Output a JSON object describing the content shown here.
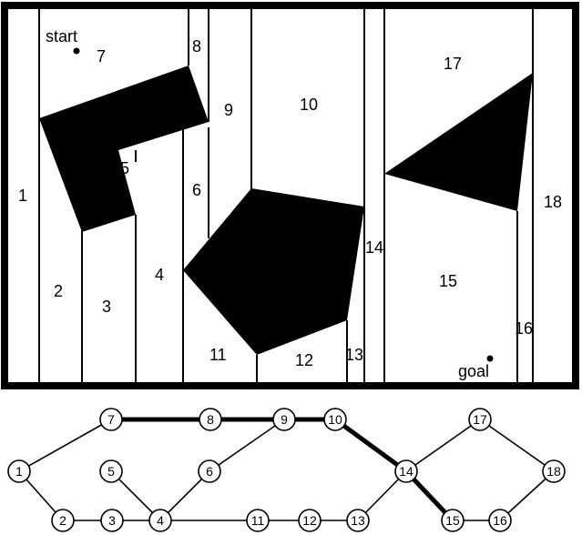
{
  "map": {
    "start_label": "start",
    "goal_label": "goal",
    "cell_labels": [
      "1",
      "2",
      "3",
      "4",
      "5",
      "6",
      "7",
      "8",
      "9",
      "10",
      "11",
      "12",
      "13",
      "14",
      "15",
      "16",
      "17",
      "18"
    ]
  },
  "graph": {
    "nodes": [
      "1",
      "2",
      "3",
      "4",
      "5",
      "6",
      "7",
      "8",
      "9",
      "10",
      "11",
      "12",
      "13",
      "14",
      "15",
      "16",
      "17",
      "18"
    ],
    "edges": [
      [
        "1",
        "7"
      ],
      [
        "1",
        "2"
      ],
      [
        "2",
        "3"
      ],
      [
        "3",
        "4"
      ],
      [
        "5",
        "4"
      ],
      [
        "4",
        "6"
      ],
      [
        "6",
        "9"
      ],
      [
        "4",
        "11"
      ],
      [
        "11",
        "12"
      ],
      [
        "12",
        "13"
      ],
      [
        "13",
        "14"
      ],
      [
        "7",
        "8"
      ],
      [
        "8",
        "9"
      ],
      [
        "9",
        "10"
      ],
      [
        "10",
        "14"
      ],
      [
        "14",
        "17"
      ],
      [
        "17",
        "18"
      ],
      [
        "14",
        "15"
      ],
      [
        "15",
        "16"
      ],
      [
        "16",
        "18"
      ]
    ],
    "path_edges": [
      [
        "7",
        "8"
      ],
      [
        "8",
        "9"
      ],
      [
        "9",
        "10"
      ],
      [
        "10",
        "14"
      ],
      [
        "14",
        "15"
      ]
    ]
  }
}
